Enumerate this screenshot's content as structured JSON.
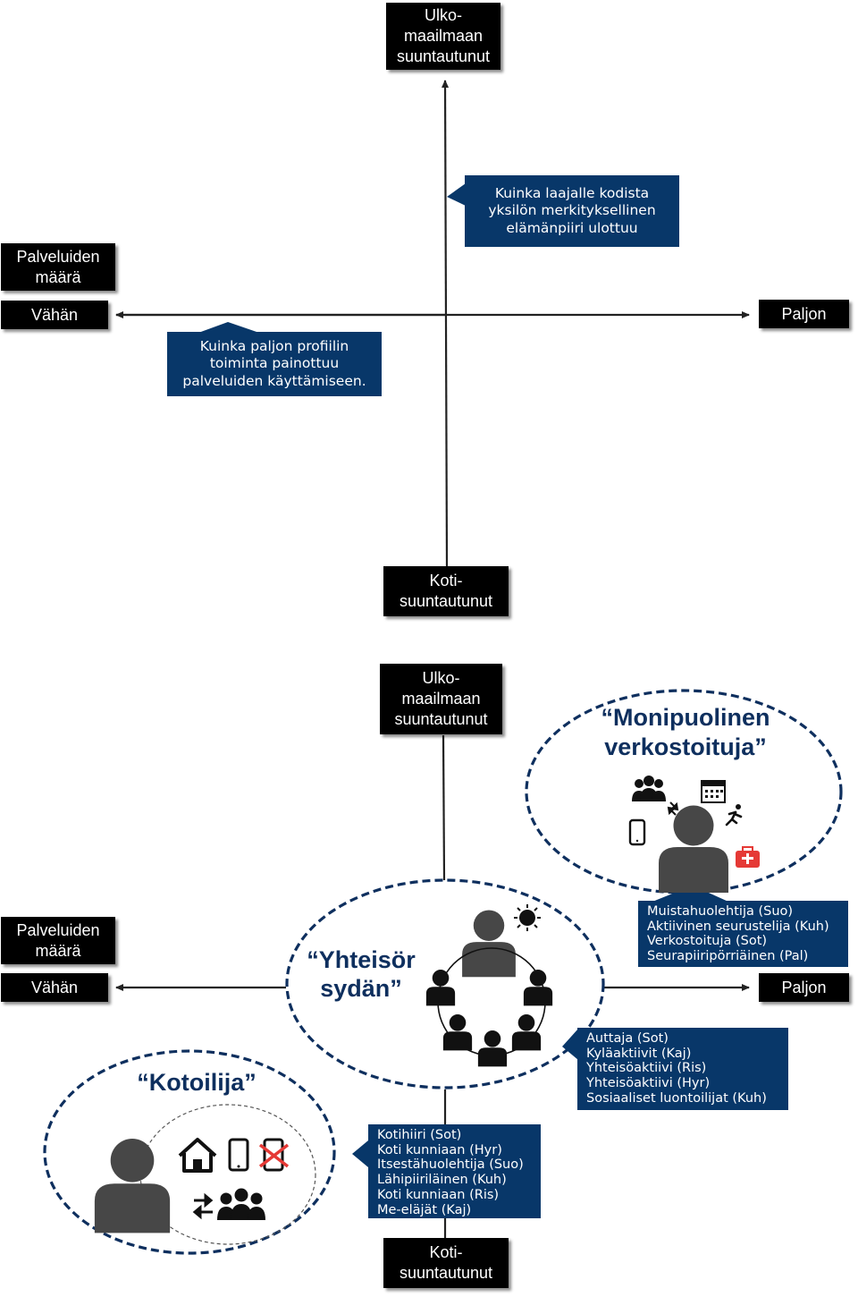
{
  "colors": {
    "box_bg": "#000000",
    "callout_bg": "#083769",
    "ellipse_border": "#0e2f5e",
    "icon": "#000000",
    "person": "#474747",
    "medkit": "#e53935",
    "phone_crossed": "#e53935"
  },
  "top": {
    "box_top": [
      "Ulko-",
      "maailmaan",
      "suuntautunut"
    ],
    "box_bottom": [
      "Koti-",
      "suuntautunut"
    ],
    "box_axis_title": [
      "Palveluiden",
      "määrä"
    ],
    "box_left": "Vähän",
    "box_right": "Paljon",
    "callout_vertical": [
      "Kuinka laajalle kodista",
      "yksilön merkityksellinen",
      "elämänpiiri ulottuu"
    ],
    "callout_horizontal": [
      "Kuinka paljon profiilin",
      "toiminta painottuu",
      "palveluiden käyttämiseen."
    ]
  },
  "bottom": {
    "box_top": [
      "Ulko-",
      "maailmaan",
      "suuntautunut"
    ],
    "box_bottom": [
      "Koti-",
      "suuntautunut"
    ],
    "box_axis_title": [
      "Palveluiden",
      "määrä"
    ],
    "box_left": "Vähän",
    "box_right": "Paljon",
    "profiles": {
      "monipuolinen": {
        "title": [
          "“Monipuolinen",
          "verkostoituja”"
        ],
        "icons": [
          "group-icon",
          "swap-arrows-icon",
          "calendar-icon",
          "runner-icon",
          "smartphone-icon",
          "person-icon",
          "first-aid-kit-icon"
        ],
        "items": [
          "Muistahuolehtija (Suo)",
          "Aktiivinen seurustelija (Kuh)",
          "Verkostoituja (Sot)",
          "Seurapiiripörriäinen (Pal)"
        ]
      },
      "yhteisor": {
        "title": [
          "“Yhteisör",
          "sydän”"
        ],
        "icons": [
          "person-icon",
          "sun-icon",
          "person-circle-icon"
        ],
        "items": [
          "Auttaja (Sot)",
          "Kyläaktiivit  (Kaj)",
          "Yhteisöaktiivi (Ris)",
          "Yhteisöaktiivi (Hyr)",
          "Sosiaaliset luontoilijat (Kuh)"
        ]
      },
      "kotoilija": {
        "title": [
          "“Kotoilija”"
        ],
        "icons": [
          "person-icon",
          "house-icon",
          "smartphone-icon",
          "smartphone-crossed-icon",
          "swap-arrows-icon",
          "group-icon"
        ],
        "items": [
          "Kotihiiri  (Sot)",
          "Koti kunniaan  (Hyr)",
          "Itsestähuolehtija (Suo)",
          "Lähipiiriläinen  (Kuh)",
          "Koti kunniaan (Ris)",
          "Me-eläjät  (Kaj)"
        ]
      }
    }
  }
}
